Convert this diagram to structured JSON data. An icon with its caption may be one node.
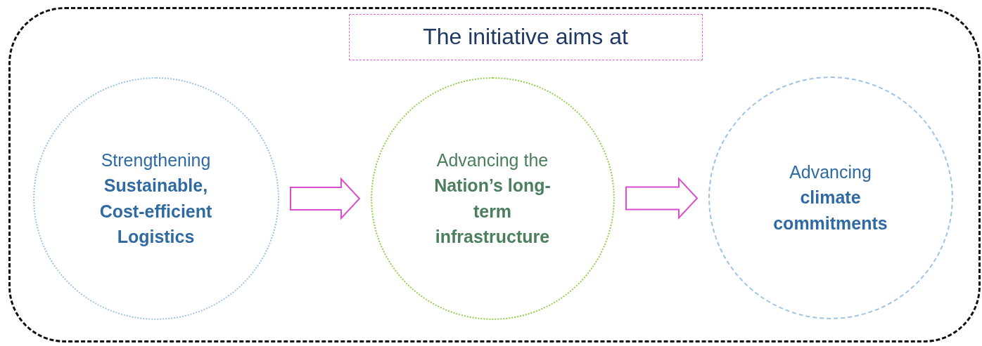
{
  "diagram": {
    "nodes": [
      {
        "text": [],
        "shape": "box"
      },
      {
        "text": [
          "The initiative aims at"
        ],
        "in": 0
      },
      {
        "text": [
          "Strengthening **Sustainable, Cost-efficient Logistics**"
        ],
        "in": 0
      },
      {
        "text": [
          "Advancing the **Nation’s long-term infrastructure**"
        ],
        "in": 0
      },
      {
        "text": [
          "Advancing **climate commitments**"
        ],
        "in": 0
      }
    ],
    "edges": [
      {
        "from": 2,
        "to": 3,
        "arrow": "to"
      },
      {
        "from": 3,
        "to": 4,
        "arrow": "to"
      }
    ]
  }
}
